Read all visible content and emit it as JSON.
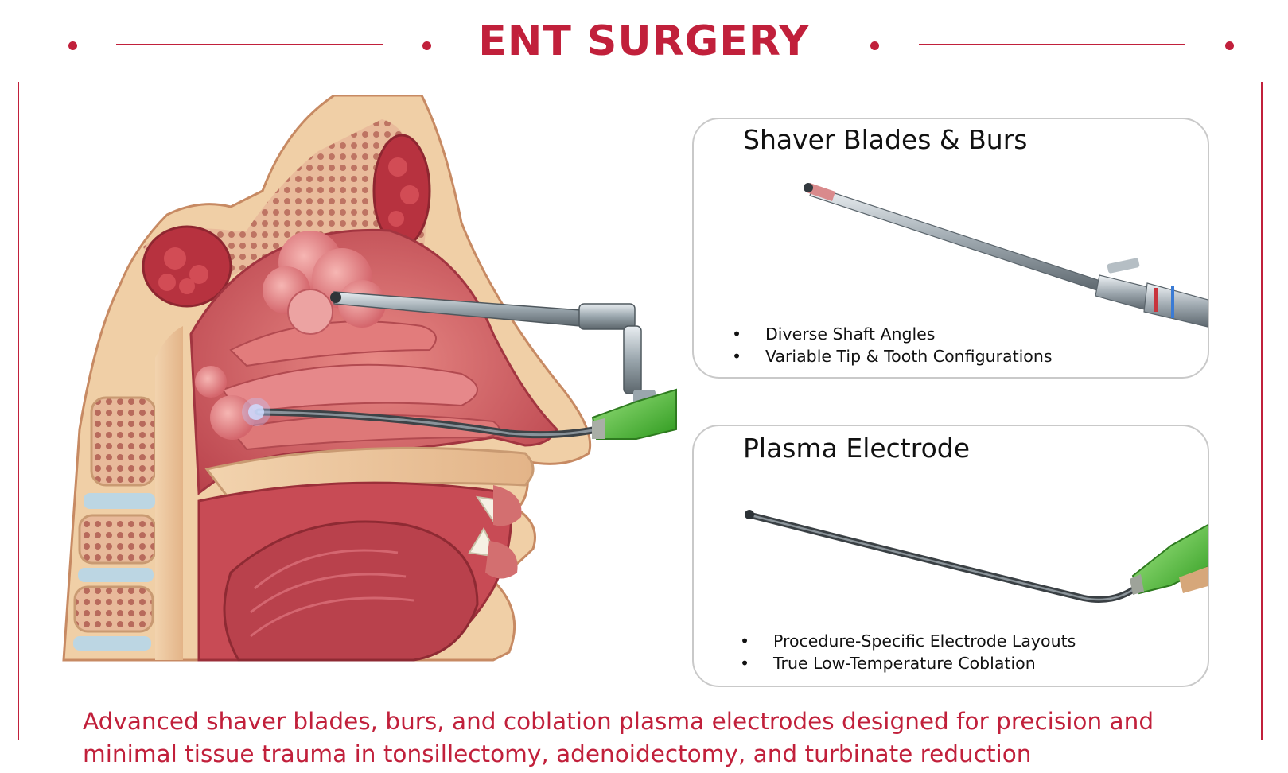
{
  "header": {
    "title": "ENT SURGERY"
  },
  "colors": {
    "accent": "#c1203b",
    "panel_border": "#c9c9c9",
    "tissue": "#d96a6e",
    "bone": "#eec9a0",
    "instrument_grip": "#3fb52a"
  },
  "illustration": {
    "icon": "nasal-cavity-cross-section"
  },
  "panels": [
    {
      "title": "Shaver Blades & Burs",
      "icon": "shaver-blade-instrument",
      "bullets": [
        "Diverse Shaft Angles",
        "Variable Tip & Tooth Configurations"
      ]
    },
    {
      "title": "Plasma Electrode",
      "icon": "plasma-electrode-instrument",
      "bullets": [
        "Procedure-Specific Electrode Layouts",
        "True Low-Temperature Coblation"
      ]
    }
  ],
  "description": {
    "line1": "Advanced shaver blades, burs, and coblation plasma electrodes designed for precision and",
    "line2": "minimal tissue trauma in tonsillectomy, adenoidectomy, and turbinate reduction"
  }
}
